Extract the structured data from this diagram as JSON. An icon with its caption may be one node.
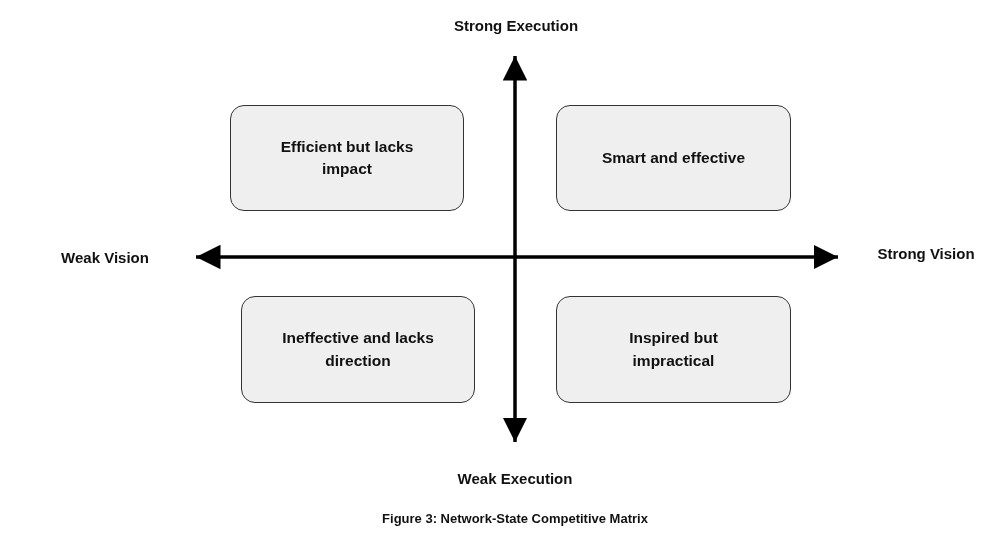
{
  "diagram": {
    "caption": "Figure 3: Network-State Competitive Matrix",
    "nodes": [
      {
        "text": [
          "Efficient but lacks impact"
        ]
      },
      {
        "text": [
          "Smart and effective"
        ]
      },
      {
        "text": [
          "Ineffective and lacks direction"
        ]
      },
      {
        "text": [
          "Inspired but impractical"
        ]
      }
    ],
    "labels": [
      "Strong Execution",
      "Weak Vision",
      "Strong Vision",
      "Weak Execution"
    ]
  }
}
